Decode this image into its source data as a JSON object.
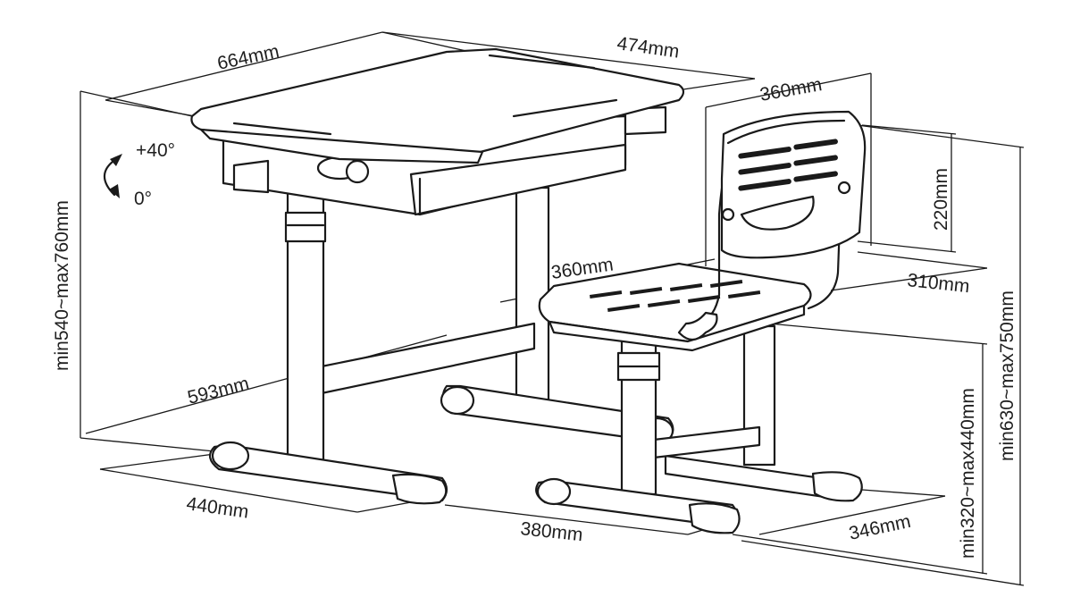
{
  "desk": {
    "width": "664mm",
    "depth": "474mm",
    "footprint_depth": "593mm",
    "base_width": "440mm",
    "height_range": "min540~max760mm",
    "tilt_max": "+40°",
    "tilt_min": "0°"
  },
  "chair": {
    "back_width": "360mm",
    "back_height": "220mm",
    "seat_width": "360mm",
    "seat_depth": "310mm",
    "base_width": "380mm",
    "base_depth": "346mm",
    "seat_height_range": "min320~max440mm",
    "back_top_height_range": "min630~max750mm"
  }
}
